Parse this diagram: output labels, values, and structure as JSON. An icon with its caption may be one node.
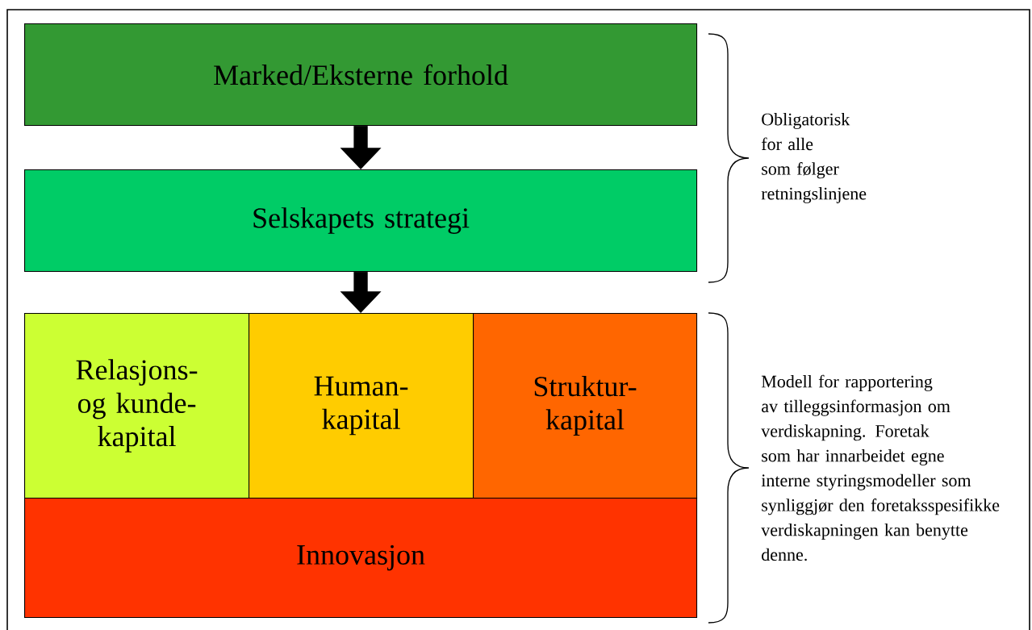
{
  "diagram": {
    "nodes": [
      {
        "text": [
          "Marked/Eksterne forhold"
        ]
      },
      {
        "text": [
          "Selskapets strategi"
        ]
      },
      {
        "text": [
          "Relasjons- og kunde- kapital"
        ]
      },
      {
        "text": [
          "Human- kapital"
        ]
      },
      {
        "text": [
          "Struktur- kapital"
        ]
      },
      {
        "text": [
          "Innovasjon"
        ]
      }
    ],
    "edges": [
      {
        "from": 0,
        "to": 1,
        "arrow": "to"
      },
      {
        "from": 1,
        "to": 3,
        "arrow": "to"
      }
    ],
    "labels": [
      "Obligatorisk for alle som følger retningslinjene",
      "Modell for rapportering av tilleggsinformasjon om verdiskapning. Foretak som har innarbeidet egne interne styringsmodeller som synliggjør den foretaksspesifikke verdiskapningen kan benytte denne."
    ]
  }
}
